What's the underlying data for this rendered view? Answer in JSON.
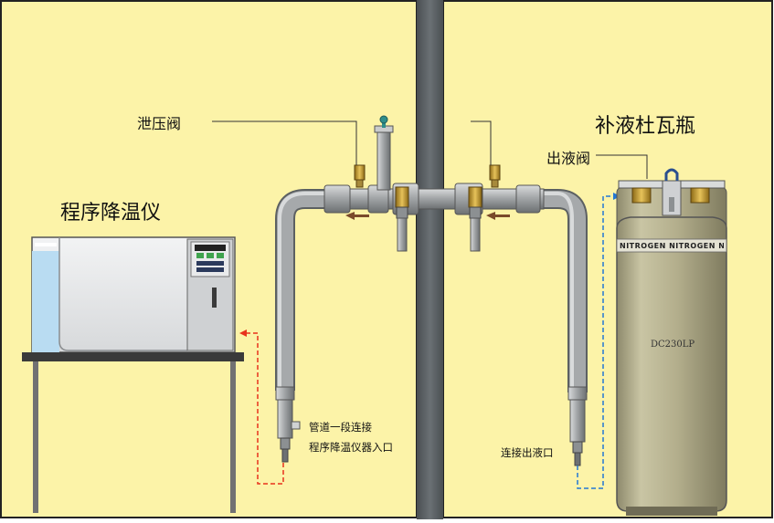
{
  "labels": {
    "relief_valve": "泄压阀",
    "dewar": "补液杜瓦瓶",
    "outlet_valve": "出液阀",
    "freezer": "程序降温仪",
    "pipe_note_line1": "管道一段连接",
    "pipe_note_line2": "程序降温仪器入口",
    "dewar_outlet": "连接出液口"
  },
  "tank": {
    "band_text": "NITROGEN NITROGEN NITROGEN",
    "model": "DC230LP"
  },
  "colors": {
    "wall": "#fcf3a8",
    "wall_outline": "#222222",
    "column": "#5b6165",
    "pipe": "#9a9d9f",
    "tank_body": "#b3ae8c",
    "freezer_body": "#e8e9eb",
    "liquid": "#b9dcf2",
    "arrow_red": "#e8321c",
    "arrow_blue": "#2377d4",
    "brass": "#c9a033"
  },
  "icons": [
    "relief-valve-icon",
    "outlet-valve-icon",
    "flow-arrow-icon",
    "display-panel-icon"
  ]
}
